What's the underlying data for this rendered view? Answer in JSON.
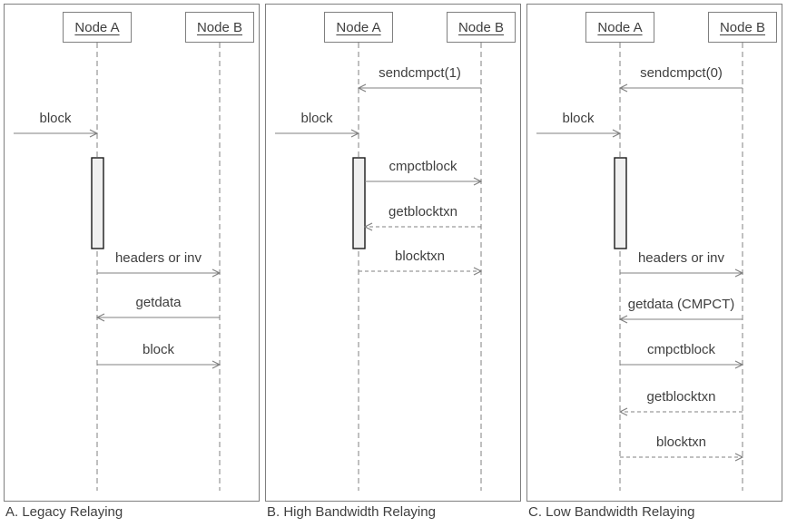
{
  "diagram": {
    "description": "Block relay sequence diagrams",
    "colors": {
      "line": "#808080",
      "panel_border": "#7f7f7f",
      "text": "#3f3f3f",
      "activation_fill": "#f0f0f0",
      "activation_border": "#1a1a1a",
      "background": "#ffffff"
    },
    "panels": [
      {
        "id": "legacy",
        "caption": "A. Legacy Relaying",
        "actors": [
          {
            "name": "Node A"
          },
          {
            "name": "Node B"
          }
        ],
        "has_activation": true,
        "messages": [
          {
            "label": "block",
            "from": "ext",
            "to": "A",
            "line": "solid"
          },
          {
            "label": "headers or inv",
            "from": "A",
            "to": "B",
            "line": "solid"
          },
          {
            "label": "getdata",
            "from": "B",
            "to": "A",
            "line": "solid"
          },
          {
            "label": "block",
            "from": "A",
            "to": "B",
            "line": "solid"
          }
        ]
      },
      {
        "id": "high-bandwidth",
        "caption": "B. High Bandwidth Relaying",
        "actors": [
          {
            "name": "Node A"
          },
          {
            "name": "Node B"
          }
        ],
        "has_activation": true,
        "messages": [
          {
            "label": "sendcmpct(1)",
            "from": "B",
            "to": "A",
            "line": "solid"
          },
          {
            "label": "block",
            "from": "ext",
            "to": "A",
            "line": "solid"
          },
          {
            "label": "cmpctblock",
            "from": "A",
            "to": "B",
            "line": "solid"
          },
          {
            "label": "getblocktxn",
            "from": "B",
            "to": "A",
            "line": "dashed"
          },
          {
            "label": "blocktxn",
            "from": "A",
            "to": "B",
            "line": "dashed"
          }
        ]
      },
      {
        "id": "low-bandwidth",
        "caption": "C. Low Bandwidth Relaying",
        "actors": [
          {
            "name": "Node A"
          },
          {
            "name": "Node B"
          }
        ],
        "has_activation": true,
        "messages": [
          {
            "label": "sendcmpct(0)",
            "from": "B",
            "to": "A",
            "line": "solid"
          },
          {
            "label": "block",
            "from": "ext",
            "to": "A",
            "line": "solid"
          },
          {
            "label": "headers or inv",
            "from": "A",
            "to": "B",
            "line": "solid"
          },
          {
            "label": "getdata (CMPCT)",
            "from": "B",
            "to": "A",
            "line": "solid"
          },
          {
            "label": "cmpctblock",
            "from": "A",
            "to": "B",
            "line": "solid"
          },
          {
            "label": "getblocktxn",
            "from": "B",
            "to": "A",
            "line": "dashed"
          },
          {
            "label": "blocktxn",
            "from": "A",
            "to": "B",
            "line": "dashed"
          }
        ]
      }
    ]
  }
}
